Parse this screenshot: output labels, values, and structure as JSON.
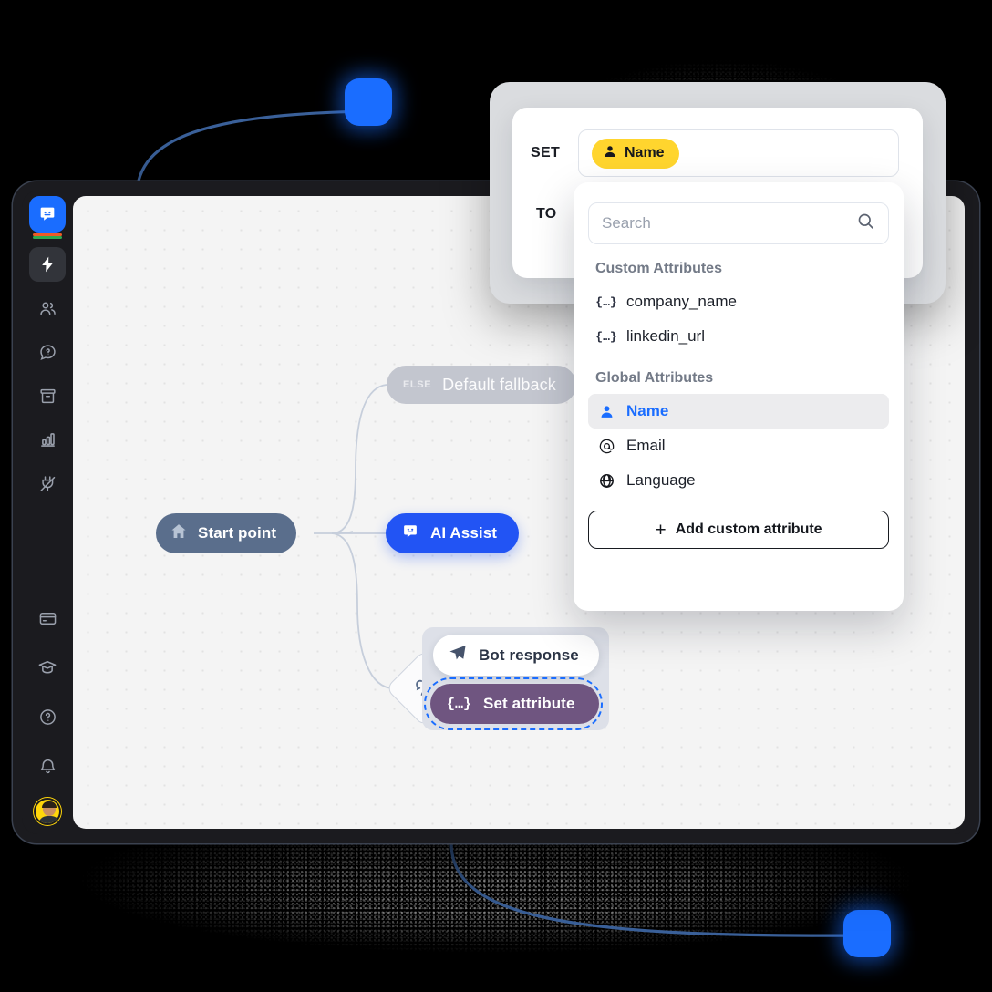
{
  "app": {
    "brand_logo_icon": "chatbot-logo-icon",
    "accent_blue": "#1a6dff",
    "sidebar": {
      "top_items": [
        {
          "icon": "lightning-bolt-icon",
          "label": "Automation",
          "active": true
        },
        {
          "icon": "users-icon",
          "label": "Users",
          "active": false
        },
        {
          "icon": "chat-question-icon",
          "label": "Conversations",
          "active": false
        },
        {
          "icon": "archive-box-icon",
          "label": "Archives",
          "active": false
        },
        {
          "icon": "bar-chart-icon",
          "label": "Reports",
          "active": false
        },
        {
          "icon": "plug-icon",
          "label": "Integrations",
          "active": false
        }
      ],
      "bottom_items": [
        {
          "icon": "credit-card-icon",
          "label": "Billing"
        },
        {
          "icon": "graduation-cap-icon",
          "label": "Academy"
        },
        {
          "icon": "help-circle-icon",
          "label": "Help"
        },
        {
          "icon": "bell-icon",
          "label": "Notifications"
        },
        {
          "icon": "avatar-icon",
          "label": "Account"
        }
      ]
    }
  },
  "canvas": {
    "nodes": {
      "start": {
        "label": "Start point",
        "icon": "home-icon",
        "color": "#5a6e8c"
      },
      "fallback": {
        "tag": "ELSE",
        "label": "Default fallback",
        "color": "#c3c6cf"
      },
      "ai_assist": {
        "label": "AI Assist",
        "icon": "chat-bubble-icon",
        "color": "#2254f4"
      },
      "condition": {
        "icon": "user-intent-icon"
      },
      "bot_response": {
        "label": "Bot response",
        "icon": "paper-plane-icon",
        "color": "#ffffff"
      },
      "set_attribute": {
        "label": "Set attribute",
        "icon": "curly-braces-icon",
        "color": "#6f5580",
        "selected": true
      }
    },
    "cursor_icon": "pointing-hand-cursor"
  },
  "attribute_panel": {
    "set_label": "SET",
    "to_label": "TO",
    "selected_chip": {
      "label": "Name",
      "icon": "person-icon",
      "color": "#ffd52e"
    }
  },
  "dropdown": {
    "search": {
      "placeholder": "Search",
      "value": "",
      "icon": "search-icon"
    },
    "sections": [
      {
        "title": "Custom Attributes",
        "options": [
          {
            "label": "company_name",
            "icon": "curly-braces-icon",
            "selected": false
          },
          {
            "label": "linkedin_url",
            "icon": "curly-braces-icon",
            "selected": false
          }
        ]
      },
      {
        "title": "Global Attributes",
        "options": [
          {
            "label": "Name",
            "icon": "person-icon",
            "selected": true
          },
          {
            "label": "Email",
            "icon": "at-sign-icon",
            "selected": false
          },
          {
            "label": "Language",
            "icon": "globe-icon",
            "selected": false
          }
        ]
      }
    ],
    "add_button": {
      "label": "Add custom attribute",
      "icon": "plus-icon"
    }
  }
}
